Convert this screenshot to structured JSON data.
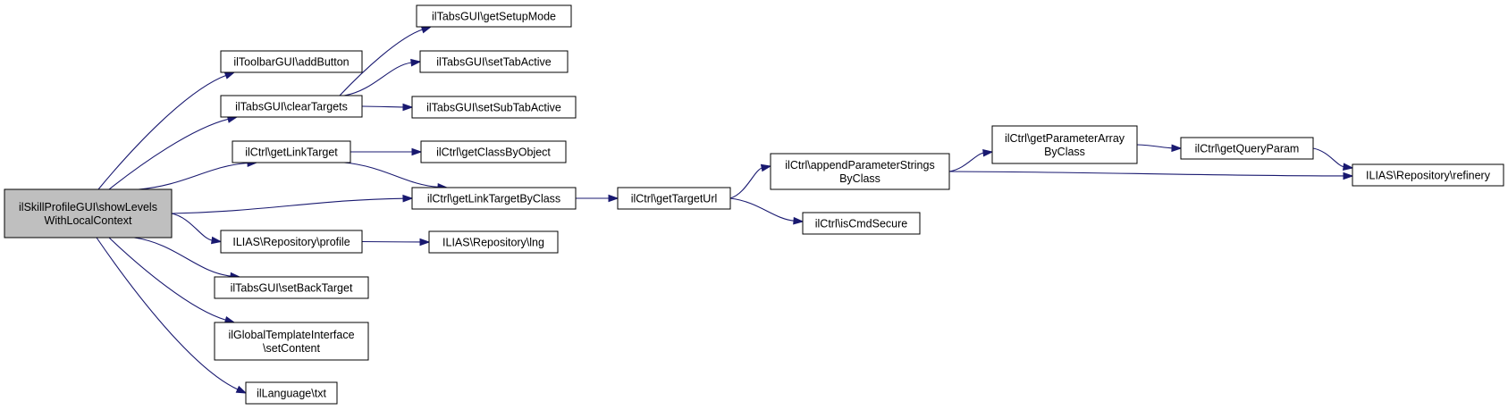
{
  "graph": {
    "edge_color": "#191970",
    "node_fill": "#ffffff",
    "root_fill": "#bfbfbf",
    "nodes": [
      {
        "id": "root",
        "lines": [
          "ilSkillProfileGUI\\showLevels",
          "WithLocalContext"
        ],
        "root": true
      },
      {
        "id": "toolbar_addButton",
        "lines": [
          "ilToolbarGUI\\addButton"
        ]
      },
      {
        "id": "tabs_clearTargets",
        "lines": [
          "ilTabsGUI\\clearTargets"
        ]
      },
      {
        "id": "ctrl_getLinkTarget",
        "lines": [
          "ilCtrl\\getLinkTarget"
        ]
      },
      {
        "id": "ctrl_getLinkTargetByClass",
        "lines": [
          "ilCtrl\\getLinkTargetByClass"
        ]
      },
      {
        "id": "repo_profile",
        "lines": [
          "ILIAS\\Repository\\profile"
        ]
      },
      {
        "id": "tabs_setBackTarget",
        "lines": [
          "ilTabsGUI\\setBackTarget"
        ]
      },
      {
        "id": "tpl_setContent",
        "lines": [
          "ilGlobalTemplateInterface",
          "\\setContent"
        ]
      },
      {
        "id": "lang_txt",
        "lines": [
          "ilLanguage\\txt"
        ]
      },
      {
        "id": "tabs_getSetupMode",
        "lines": [
          "ilTabsGUI\\getSetupMode"
        ]
      },
      {
        "id": "tabs_setTabActive",
        "lines": [
          "ilTabsGUI\\setTabActive"
        ]
      },
      {
        "id": "tabs_setSubTabActive",
        "lines": [
          "ilTabsGUI\\setSubTabActive"
        ]
      },
      {
        "id": "ctrl_getClassByObject",
        "lines": [
          "ilCtrl\\getClassByObject"
        ]
      },
      {
        "id": "ctrl_getTargetUrl",
        "lines": [
          "ilCtrl\\getTargetUrl"
        ]
      },
      {
        "id": "repo_lng",
        "lines": [
          "ILIAS\\Repository\\lng"
        ]
      },
      {
        "id": "ctrl_appendParameterStringsByClass",
        "lines": [
          "ilCtrl\\appendParameterStrings",
          "ByClass"
        ]
      },
      {
        "id": "ctrl_isCmdSecure",
        "lines": [
          "ilCtrl\\isCmdSecure"
        ]
      },
      {
        "id": "ctrl_getParameterArrayByClass",
        "lines": [
          "ilCtrl\\getParameterArray",
          "ByClass"
        ]
      },
      {
        "id": "ctrl_getQueryParam",
        "lines": [
          "ilCtrl\\getQueryParam"
        ]
      },
      {
        "id": "repo_refinery",
        "lines": [
          "ILIAS\\Repository\\refinery"
        ]
      }
    ],
    "edges": [
      {
        "from": "root",
        "to": "toolbar_addButton"
      },
      {
        "from": "root",
        "to": "tabs_clearTargets"
      },
      {
        "from": "root",
        "to": "ctrl_getLinkTarget"
      },
      {
        "from": "root",
        "to": "ctrl_getLinkTargetByClass"
      },
      {
        "from": "root",
        "to": "repo_profile"
      },
      {
        "from": "root",
        "to": "tabs_setBackTarget"
      },
      {
        "from": "root",
        "to": "tpl_setContent"
      },
      {
        "from": "root",
        "to": "lang_txt"
      },
      {
        "from": "tabs_clearTargets",
        "to": "tabs_getSetupMode"
      },
      {
        "from": "tabs_clearTargets",
        "to": "tabs_setTabActive"
      },
      {
        "from": "tabs_clearTargets",
        "to": "tabs_setSubTabActive"
      },
      {
        "from": "ctrl_getLinkTarget",
        "to": "ctrl_getClassByObject"
      },
      {
        "from": "ctrl_getLinkTarget",
        "to": "ctrl_getLinkTargetByClass"
      },
      {
        "from": "ctrl_getLinkTargetByClass",
        "to": "ctrl_getTargetUrl"
      },
      {
        "from": "repo_profile",
        "to": "repo_lng"
      },
      {
        "from": "ctrl_getTargetUrl",
        "to": "ctrl_appendParameterStringsByClass"
      },
      {
        "from": "ctrl_getTargetUrl",
        "to": "ctrl_isCmdSecure"
      },
      {
        "from": "ctrl_appendParameterStringsByClass",
        "to": "ctrl_getParameterArrayByClass"
      },
      {
        "from": "ctrl_appendParameterStringsByClass",
        "to": "repo_refinery"
      },
      {
        "from": "ctrl_getParameterArrayByClass",
        "to": "ctrl_getQueryParam"
      },
      {
        "from": "ctrl_getQueryParam",
        "to": "repo_refinery"
      }
    ]
  }
}
